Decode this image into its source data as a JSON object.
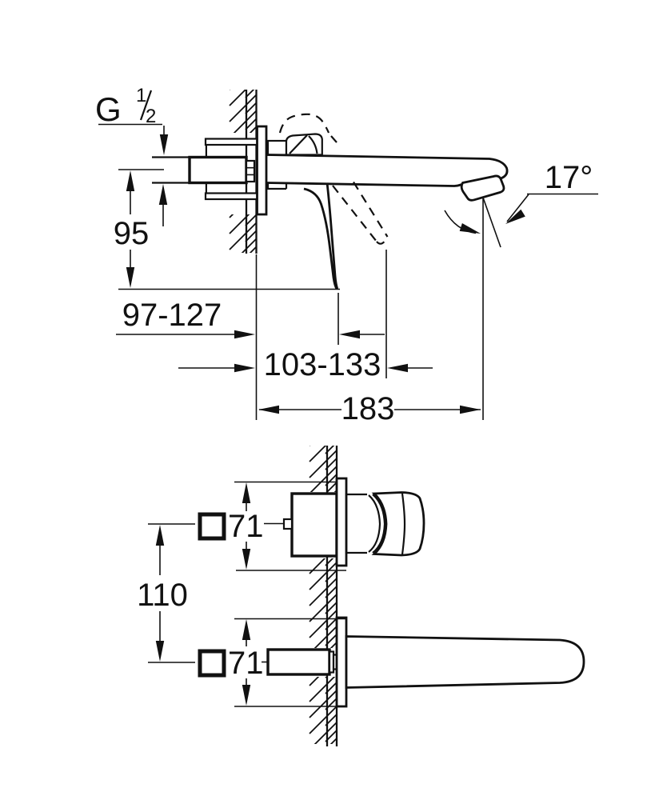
{
  "colors": {
    "line": "#111111",
    "background": "#ffffff"
  },
  "thread_label": {
    "base": "G",
    "numerator": "1",
    "denominator": "2"
  },
  "side_view": {
    "dim_height": "95",
    "dim_handle_projection": "97-127",
    "dim_handle_projection_open": "103-133",
    "dim_spout_reach": "183",
    "dim_spout_angle": "17°"
  },
  "plan_view": {
    "dim_handle_square": "71",
    "dim_spout_square": "71",
    "dim_center_distance": "110"
  }
}
